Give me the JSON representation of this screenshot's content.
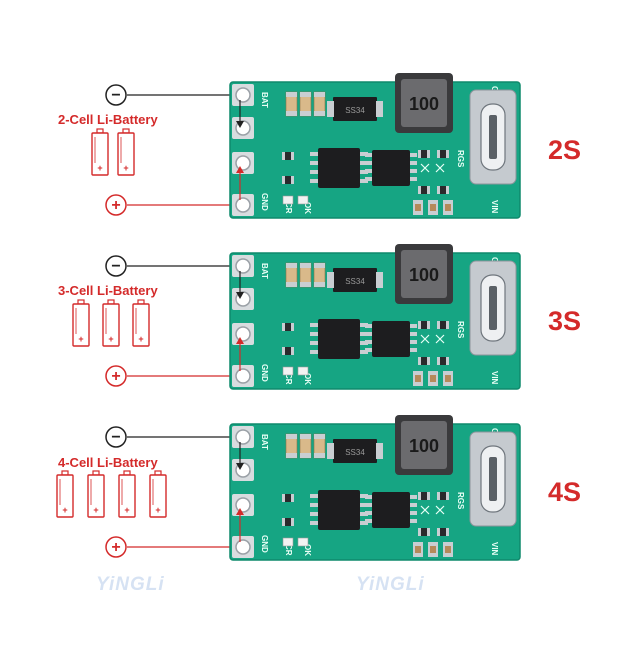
{
  "rows": [
    {
      "battery_label": "2-Cell Li-Battery",
      "series_tag": "2S",
      "cells": 2
    },
    {
      "battery_label": "3-Cell Li-Battery",
      "series_tag": "3S",
      "cells": 3
    },
    {
      "battery_label": "4-Cell Li-Battery",
      "series_tag": "4S",
      "cells": 4
    }
  ],
  "board": {
    "bat_label": "BAT",
    "gnd_label": "GND",
    "vin_label": "VIN",
    "cr_label": "CR",
    "ok_label": "OK",
    "rgs_label": "RGS",
    "inductor_label": "100",
    "diode_label": "SS34"
  },
  "symbols": {
    "minus": "−",
    "plus": "+",
    "cell_plus": "+"
  },
  "watermark": "YiNGLi",
  "colors": {
    "pcb": "#16a583",
    "pcb_dark": "#0f8a6c",
    "accent_red": "#d42a2a",
    "wire": "#222222"
  }
}
